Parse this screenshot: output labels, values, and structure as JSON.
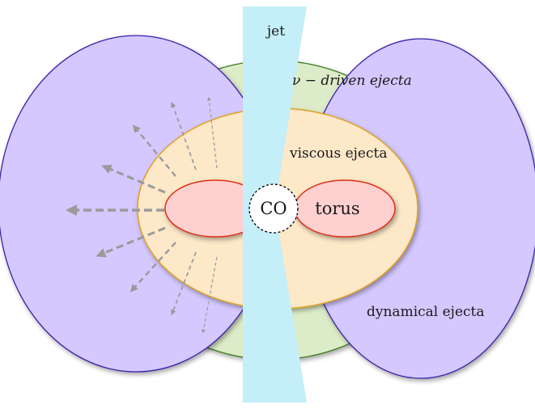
{
  "labels": {
    "jet": "jet",
    "nu_driven_ejecta": "ν − driven ejecta",
    "viscous_ejecta": "viscous ejecta",
    "central_object": "CO",
    "torus": "torus",
    "dynamical_ejecta": "dynamical ejecta"
  },
  "colors": {
    "dynamical_ejecta_fill": "#d4c8ff",
    "dynamical_ejecta_stroke": "#3b22a8",
    "nu_driven_ejecta_fill": "#dcecc8",
    "nu_driven_ejecta_stroke": "#3d7a1e",
    "viscous_ejecta_fill": "#fde8c8",
    "viscous_ejecta_stroke": "#e0a020",
    "torus_fill": "#ffd0d0",
    "torus_stroke": "#dd3018",
    "jet_fill": "#c4eef8",
    "arrow_color": "#9a9a9a"
  }
}
